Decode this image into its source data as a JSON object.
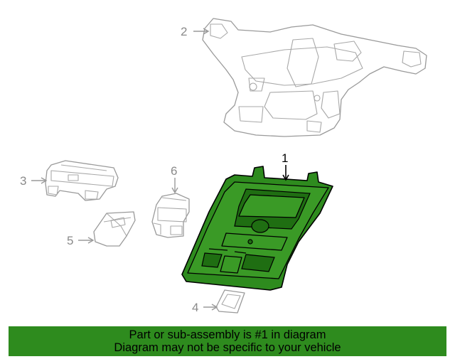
{
  "callouts": {
    "c1": "1",
    "c2": "2",
    "c3": "3",
    "c4": "4",
    "c5": "5",
    "c6": "6"
  },
  "banner": {
    "line1": "Part or sub-assembly is #1 in diagram",
    "line2": "Diagram may not be specific to your vehicle"
  },
  "colors": {
    "highlight": "#2e8b1e",
    "outline": "#9a9a9a"
  }
}
